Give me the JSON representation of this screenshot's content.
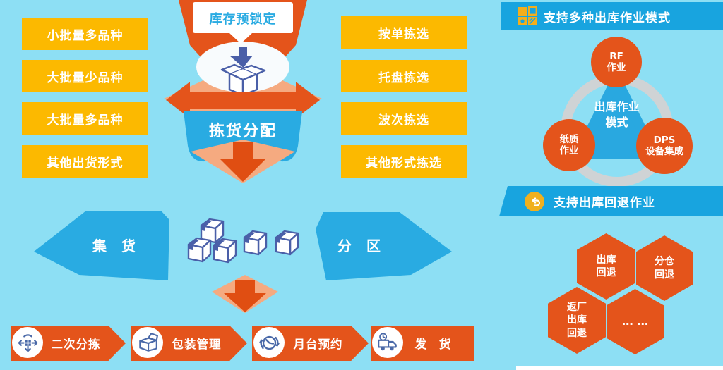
{
  "colors": {
    "background": "#8DDFF4",
    "yellow": "#FCB900",
    "orange": "#E4541B",
    "peach": "#F5AA80",
    "blue": "#29ABE2",
    "header_blue": "#18A4DF",
    "icon_navy": "#4A69A8",
    "ring_gray": "#CFD3D5"
  },
  "left_flow_types": {
    "items": [
      "小批量多品种",
      "大批量少品种",
      "大批量多品种",
      "其他出货形式"
    ]
  },
  "picking_modes": {
    "items": [
      "按单拣选",
      "托盘拣选",
      "波次拣选",
      "其他形式拣选"
    ]
  },
  "center_flow": {
    "lock_label": "库存预锁定",
    "allocation_label": "拣货分配",
    "staging_label": "集 货",
    "zoning_label": "分 区"
  },
  "bottom_flow": {
    "steps": [
      {
        "label": "二次分拣",
        "icon": "secondary-sorting-icon"
      },
      {
        "label": "包装管理",
        "icon": "packing-icon"
      },
      {
        "label": "月台预约",
        "icon": "dock-appointment-icon"
      },
      {
        "label": "发 货",
        "icon": "shipping-truck-icon"
      }
    ]
  },
  "right_panel": {
    "modes_section": {
      "title": "支持多种出库作业模式",
      "icon": "grid-icon",
      "center_label": [
        "出库作业",
        "模式"
      ],
      "nodes": {
        "rf": [
          "RF",
          "作业"
        ],
        "paper": [
          "纸质",
          "作业"
        ],
        "dps": [
          "DPS",
          "设备集成"
        ]
      }
    },
    "returns_section": {
      "title": "支持出库回退作业",
      "icon": "return-icon",
      "hexagons": {
        "h1": [
          "出库",
          "回退"
        ],
        "h2": [
          "分仓",
          "回退"
        ],
        "h3": [
          "返厂",
          "出库",
          "回退"
        ],
        "h4": [
          "… …"
        ]
      }
    }
  }
}
